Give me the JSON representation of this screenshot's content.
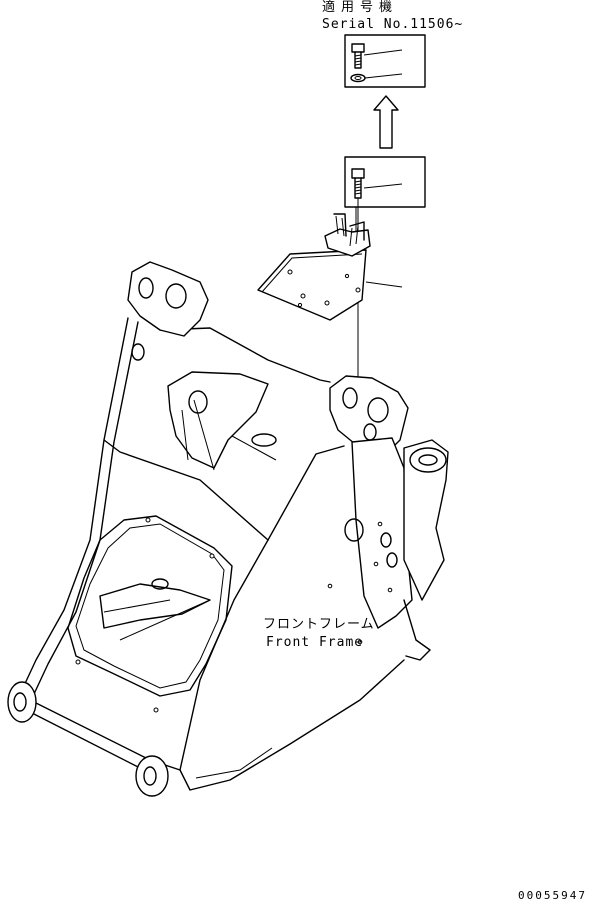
{
  "labels": {
    "serial_jp": "適用号機",
    "serial_en": "Serial No.11506~",
    "frame_jp": "フロントフレーム",
    "frame_en": "Front Frame",
    "drawing_number": "00055947"
  },
  "icons": {
    "bolt_detail_upper": "bolt-washer-icon",
    "bolt_detail_lower": "bolt-icon",
    "arrow": "arrow-up-icon"
  }
}
